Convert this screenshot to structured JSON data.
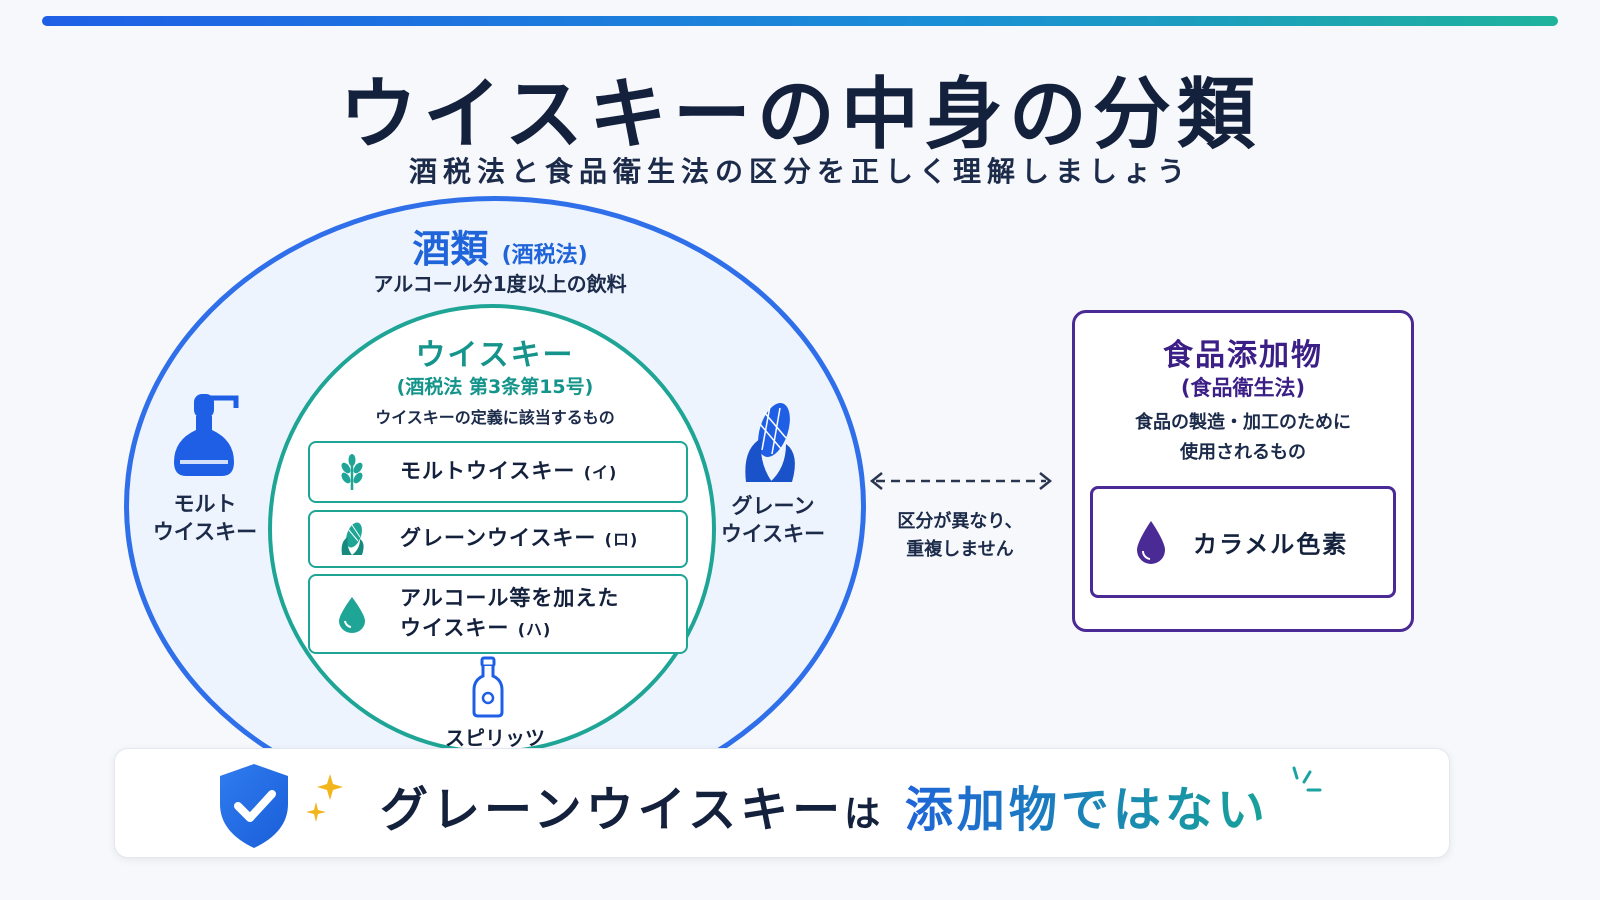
{
  "header": {
    "title": "ウイスキーの中身の分類",
    "subtitle": "酒税法と食品衛生法の区分を正しく理解しましょう"
  },
  "liquor": {
    "title": "酒類",
    "law": "(酒税法)",
    "description": "アルコール分1度以上の飲料"
  },
  "whisky": {
    "title": "ウイスキー",
    "law": "(酒税法 第3条第15号)",
    "definition": "ウイスキーの定義に該当するもの",
    "items": [
      {
        "label": "モルトウイスキー",
        "mark": "(イ)",
        "icon": "wheat-icon"
      },
      {
        "label": "グレーンウイスキー",
        "mark": "(ロ)",
        "icon": "corn-icon"
      },
      {
        "label_line1": "アルコール等を加えた",
        "label_line2": "ウイスキー",
        "mark": "(ハ)",
        "icon": "droplet-icon"
      }
    ]
  },
  "side": {
    "malt_line1": "モルト",
    "malt_line2": "ウイスキー",
    "grain_line1": "グレーン",
    "grain_line2": "ウイスキー",
    "spirits": "スピリッツ"
  },
  "separator": {
    "line1": "区分が異なり、",
    "line2": "重複しません"
  },
  "additive": {
    "title": "食品添加物",
    "law": "(食品衛生法)",
    "desc_line1": "食品の製造・加工のために",
    "desc_line2": "使用されるもの",
    "item": "カラメル色素"
  },
  "banner": {
    "part1": "グレーンウイスキー",
    "part2": "は",
    "part3": "添加物ではない"
  },
  "colors": {
    "navy": "#14213d",
    "blue": "#2f6fe9",
    "teal": "#1ea596",
    "purple": "#4a2a94"
  }
}
